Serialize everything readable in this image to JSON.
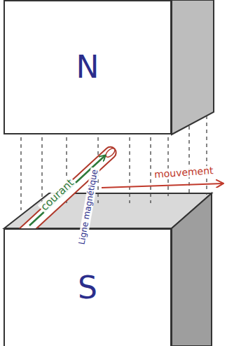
{
  "diagram": {
    "nodes": [
      {
        "text": [
          "N"
        ]
      },
      {
        "text": [
          "S"
        ]
      }
    ],
    "labels": [
      "courant",
      "Ligne magnétique",
      "mouvement"
    ]
  }
}
